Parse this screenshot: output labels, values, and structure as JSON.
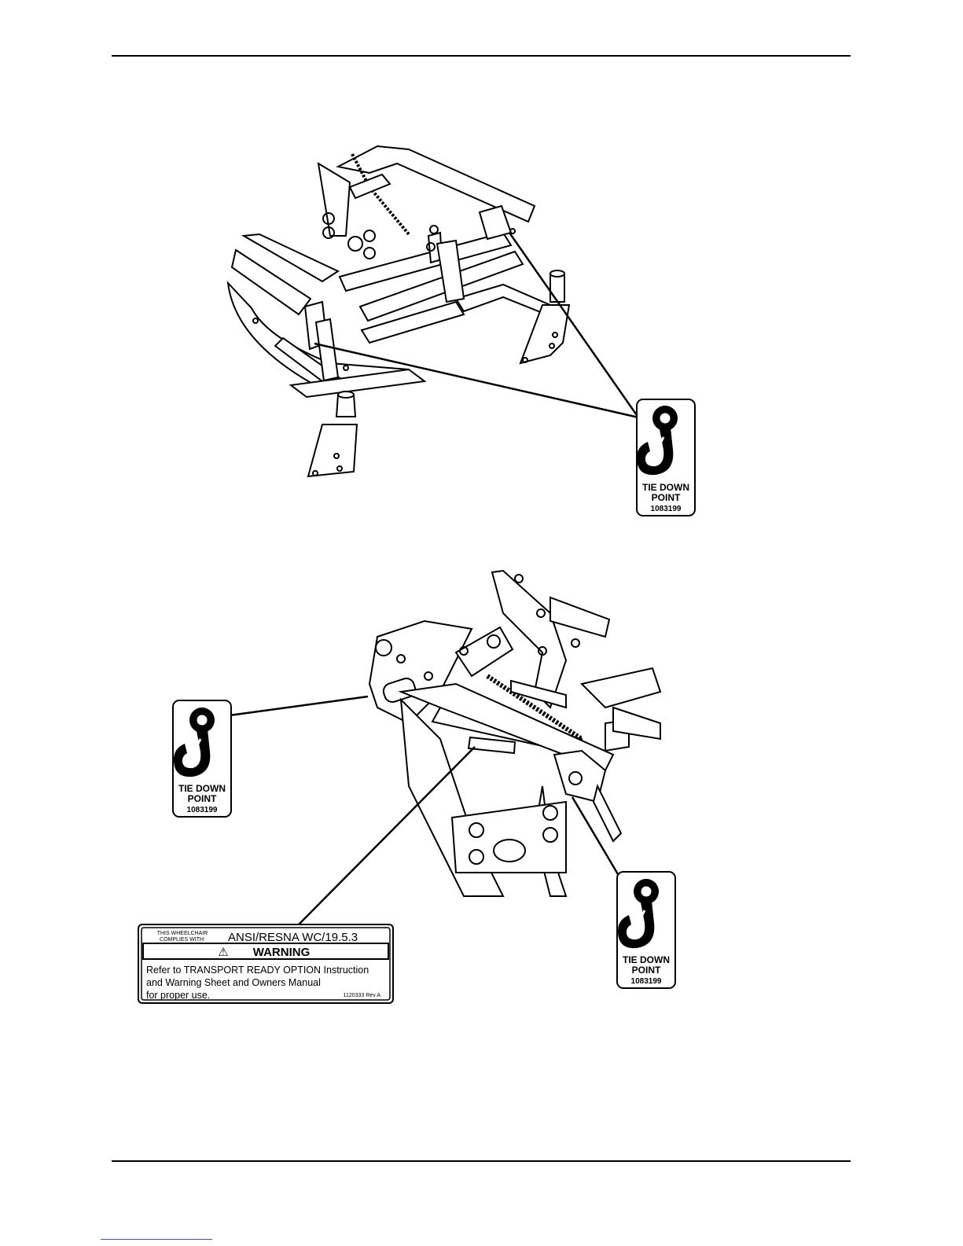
{
  "labels": {
    "tie_down": {
      "line1": "TIE DOWN",
      "line2": "POINT",
      "part_no": "1083199"
    },
    "warning": {
      "complies_line1": "THIS WHEELCHAIR",
      "complies_line2": "COMPLIES WITH:",
      "standard": "ANSI/RESNA WC/19.5.3",
      "symbol": "⚠",
      "heading": "WARNING",
      "body_line1": "Refer to TRANSPORT READY OPTION Instruction",
      "body_line2": "and Warning Sheet and Owners Manual",
      "body_line3": "for proper use.",
      "rev": "1120333 Rev A"
    }
  },
  "icons": {
    "tie_down": "hook-icon",
    "warning": "warning-triangle-icon"
  },
  "colors": {
    "ink": "#000000",
    "paper": "#ffffff",
    "link_underline": "#3b4fc4"
  }
}
